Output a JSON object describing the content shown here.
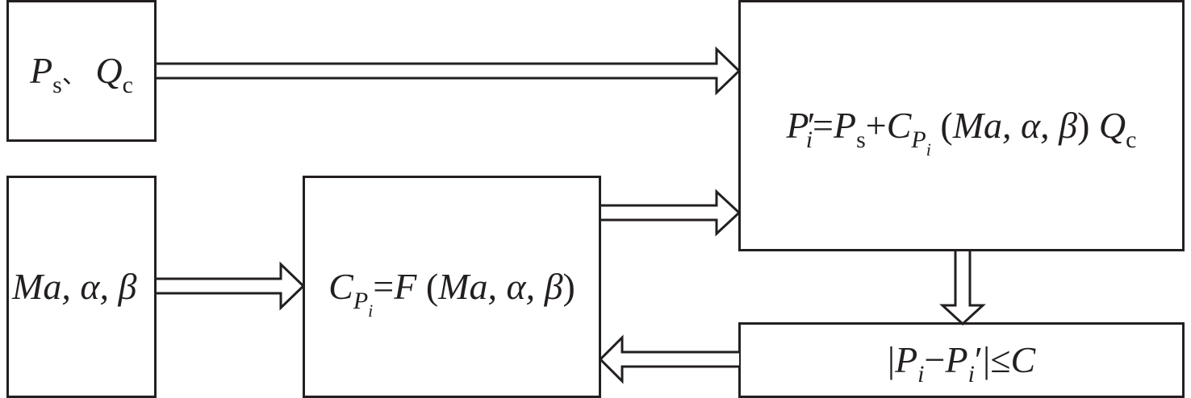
{
  "diagram": {
    "type": "flowchart",
    "nodes": {
      "inputs_pressure": {
        "label": "Ps、Qc",
        "parts": {
          "p": "P",
          "p_sub": "s",
          "sep": "、",
          "q": "Q",
          "q_sub": "c"
        }
      },
      "inputs_flight": {
        "label": "Ma, α, β",
        "parts": {
          "ma": "Ma,",
          "alpha": "α,",
          "beta": "β"
        }
      },
      "calibration_function": {
        "label": "C_{P_i}=F (Ma, α, β)",
        "parts": {
          "c": "C",
          "c_sub": "P",
          "c_subsub": "i",
          "eq": "=",
          "f": "F",
          "open": " (",
          "args": "Ma, α, β",
          "close": ")"
        }
      },
      "pressure_estimate": {
        "label": "P'_i=Ps+C_{P_i} (Ma, α, β) Qc",
        "parts": {
          "p": "P",
          "prime": "′",
          "i": "i",
          "eq": "=",
          "p2": "P",
          "p2_sub": "s",
          "plus": "+",
          "c": "C",
          "c_sub": "P",
          "c_subsub": "i",
          "open": " (",
          "args": "Ma, α, β",
          "close": ") ",
          "q": "Q",
          "q_sub": "c"
        }
      },
      "convergence_check": {
        "label": "|Pi−P'i|≤C",
        "parts": {
          "bar1": "|",
          "p": "P",
          "i1": "i",
          "minus": "−",
          "p2": "P",
          "i2": "i",
          "prime": "′",
          "bar2": "|",
          "le": "≤",
          "c": "C"
        }
      }
    },
    "edges": [
      {
        "from": "inputs_pressure",
        "to": "pressure_estimate",
        "style": "hollow-double-arrow"
      },
      {
        "from": "inputs_flight",
        "to": "calibration_function",
        "style": "hollow-double-arrow"
      },
      {
        "from": "calibration_function",
        "to": "pressure_estimate",
        "style": "hollow-double-arrow"
      },
      {
        "from": "pressure_estimate",
        "to": "convergence_check",
        "style": "hollow-double-arrow"
      },
      {
        "from": "convergence_check",
        "to": "calibration_function",
        "style": "hollow-double-arrow"
      }
    ],
    "colors": {
      "stroke": "#231f20",
      "background": "#ffffff"
    }
  }
}
